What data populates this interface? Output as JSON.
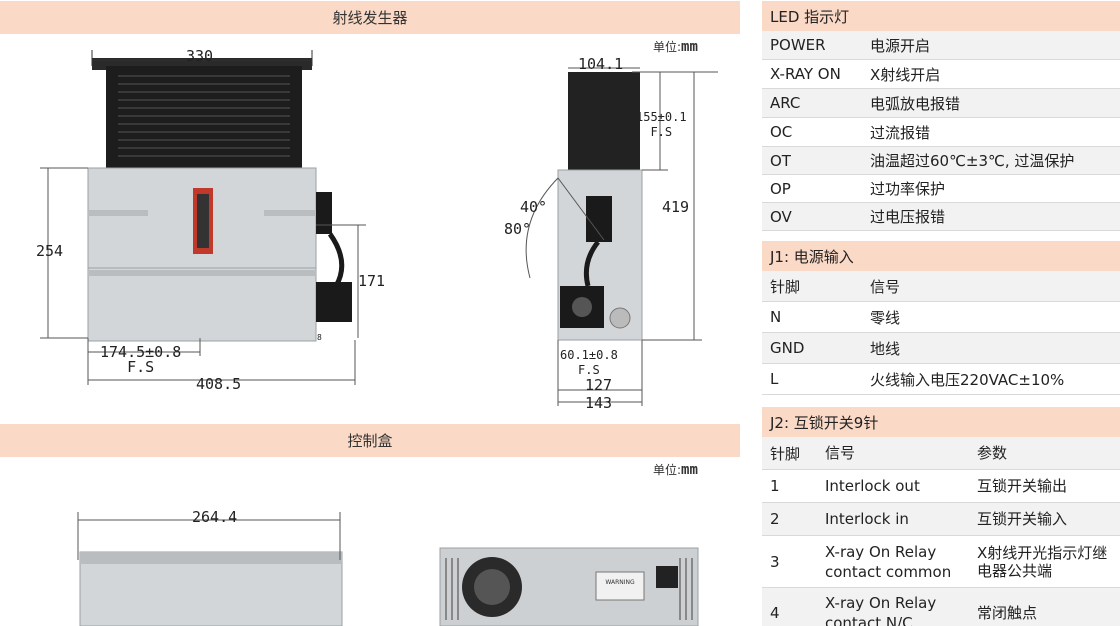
{
  "generator": {
    "title": "射线发生器",
    "unit_label": "单位:",
    "unit_value": "mm",
    "front_dims": {
      "width_top": "330",
      "height_left": "254",
      "height_right": "171",
      "offset": "174.5±0.8",
      "offset_fs": "F.S",
      "width_bottom": "408.5",
      "tiny": "8"
    },
    "side_dims": {
      "top_width": "104.1",
      "top_height": "155±0.1",
      "top_height_fs": "F.S",
      "total_height": "419",
      "angle_a": "40°",
      "angle_b": "80°",
      "offset": "60.1±0.8",
      "offset_fs": "F.S",
      "inner_width": "127",
      "outer_width": "143"
    }
  },
  "control_box": {
    "title": "控制盒",
    "unit_label": "单位:",
    "unit_value": "mm",
    "width": "264.4"
  },
  "led_table": {
    "title": "LED 指示灯",
    "rows": [
      {
        "key": "POWER",
        "value": "电源开启"
      },
      {
        "key": "X-RAY ON",
        "value": "X射线开启"
      },
      {
        "key": "ARC",
        "value": "电弧放电报错"
      },
      {
        "key": "OC",
        "value": "过流报错"
      },
      {
        "key": "OT",
        "value": "油温超过60℃±3℃, 过温保护"
      },
      {
        "key": "OP",
        "value": "过功率保护"
      },
      {
        "key": "OV",
        "value": "过电压报错"
      }
    ]
  },
  "j1_table": {
    "title": "J1: 电源输入",
    "headers": [
      "针脚",
      "信号"
    ],
    "rows": [
      {
        "pin": "N",
        "signal": "零线"
      },
      {
        "pin": "GND",
        "signal": "地线"
      },
      {
        "pin": "L",
        "signal": "火线输入电压220VAC±10%"
      }
    ]
  },
  "j2_table": {
    "title": "J2: 互锁开关9针",
    "headers": [
      "针脚",
      "信号",
      "参数"
    ],
    "rows": [
      {
        "pin": "1",
        "signal": "Interlock out",
        "param": "互锁开关输出"
      },
      {
        "pin": "2",
        "signal": "Interlock in",
        "param": "互锁开关输入"
      },
      {
        "pin": "3",
        "signal": "X-ray On Relay contact common",
        "param": "X射线开光指示灯继电器公共端"
      },
      {
        "pin": "4",
        "signal": "X-ray On Relay contact N/C",
        "param": "常闭触点"
      }
    ]
  },
  "warning_label": "WARNING"
}
